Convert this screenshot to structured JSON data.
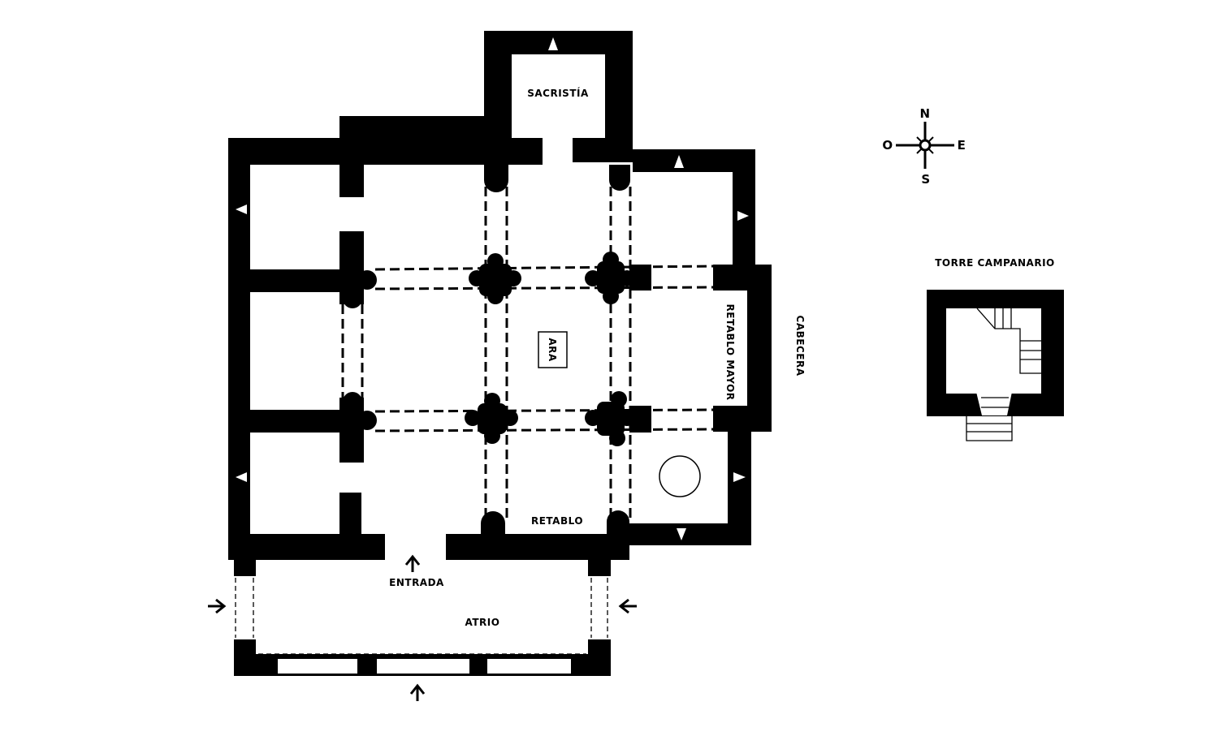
{
  "labels": {
    "sacristia": "SACRISTÍA",
    "ara": "ARA",
    "retablo_mayor": "RETABLO MAYOR",
    "cabecera": "CABECERA",
    "retablo": "RETABLO",
    "entrada": "ENTRADA",
    "atrio": "ATRIO",
    "torre": "TORRE CAMPANARIO"
  },
  "compass": {
    "north": "N",
    "south": "S",
    "east": "E",
    "west": "O"
  },
  "colors": {
    "wall": "#000000",
    "background": "#ffffff"
  }
}
